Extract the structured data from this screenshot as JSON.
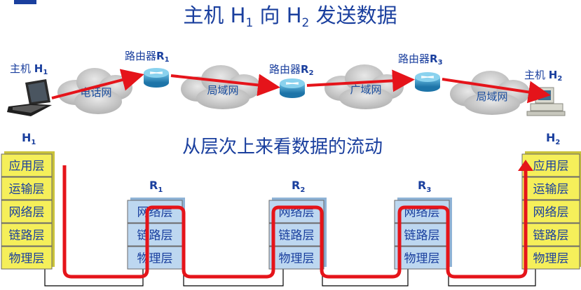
{
  "title": {
    "prefix": "主机 H",
    "sub1": "1",
    "middle": " 向 H",
    "sub2": "2",
    "suffix": " 发送数据"
  },
  "subtitle": "从层次上来看数据的流动",
  "topology": {
    "host1": {
      "label": "主机 ",
      "bold": "H",
      "sub": "1"
    },
    "host2": {
      "label": "主机 ",
      "bold": "H",
      "sub": "2"
    },
    "routers": [
      {
        "label": "路由器",
        "bold": "R",
        "sub": "1"
      },
      {
        "label": "路由器",
        "bold": "R",
        "sub": "2"
      },
      {
        "label": "路由器",
        "bold": "R",
        "sub": "3"
      }
    ],
    "clouds": [
      "电话网",
      "局域网",
      "广域网",
      "局域网"
    ]
  },
  "stacks": {
    "host_labels": [
      {
        "bold": "H",
        "sub": "1"
      },
      {
        "bold": "H",
        "sub": "2"
      }
    ],
    "router_labels": [
      {
        "bold": "R",
        "sub": "1"
      },
      {
        "bold": "R",
        "sub": "2"
      },
      {
        "bold": "R",
        "sub": "3"
      }
    ],
    "host_layers": [
      "应用层",
      "运输层",
      "网络层",
      "链路层",
      "物理层"
    ],
    "router_layers": [
      "网络层",
      "链路层",
      "物理层"
    ]
  },
  "colors": {
    "title": "#1a3f9e",
    "host_layer_fill": "#f5ef5a",
    "router_layer_fill": "#bdd7f0",
    "flow": "#e5141a",
    "cloud": "#c9c9c9"
  }
}
